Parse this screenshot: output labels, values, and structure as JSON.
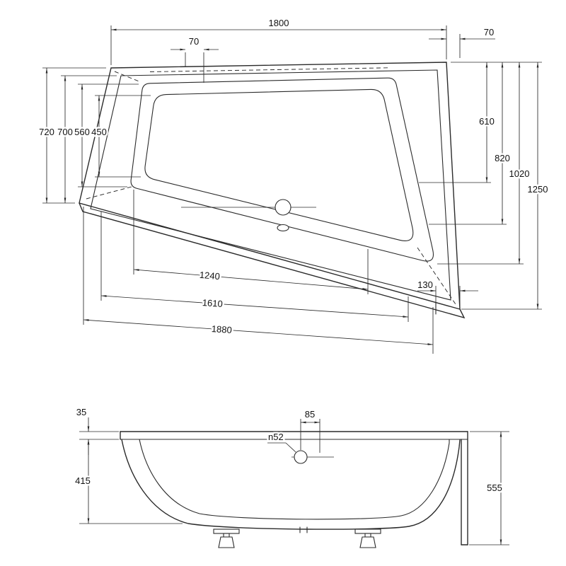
{
  "colors": {
    "line": "#2b2b2b",
    "text": "#111111",
    "background": "#ffffff"
  },
  "plan": {
    "dims": {
      "top_width": "1800",
      "top_right_offset": "70",
      "top_rim_offset": "70",
      "left_outer": "720",
      "left_inner": "700",
      "left_basin": "560",
      "left_floor": "450",
      "right_basin_floor": "610",
      "right_basin": "820",
      "right_inner": "1020",
      "right_outer": "1250",
      "front_floor": "1240",
      "front_inner": "1610",
      "front_outer": "1880",
      "corner_offset": "130"
    }
  },
  "elevation": {
    "dims": {
      "rim_thickness": "35",
      "drain_offset": "85",
      "drain_diameter": "n52",
      "inner_depth": "415",
      "overall_height": "555"
    }
  }
}
